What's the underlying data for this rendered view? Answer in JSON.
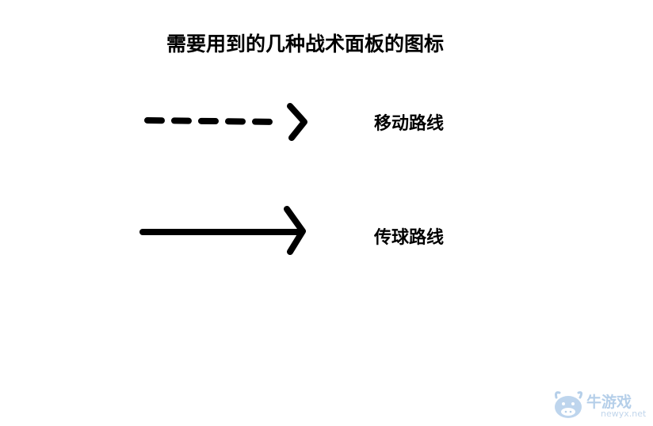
{
  "title": "需要用到的几种战术面板的图标",
  "legend": [
    {
      "label": "移动路线",
      "line_style": "dashed",
      "icon": "dashed-arrow-icon"
    },
    {
      "label": "传球路线",
      "line_style": "solid",
      "icon": "solid-arrow-icon"
    }
  ],
  "watermark": {
    "brand": "牛游戏",
    "url": "newyx.net",
    "icon": "cow-mascot-logo",
    "color": "#7aa8d8"
  },
  "colors": {
    "background": "#ffffff",
    "stroke": "#000000"
  }
}
